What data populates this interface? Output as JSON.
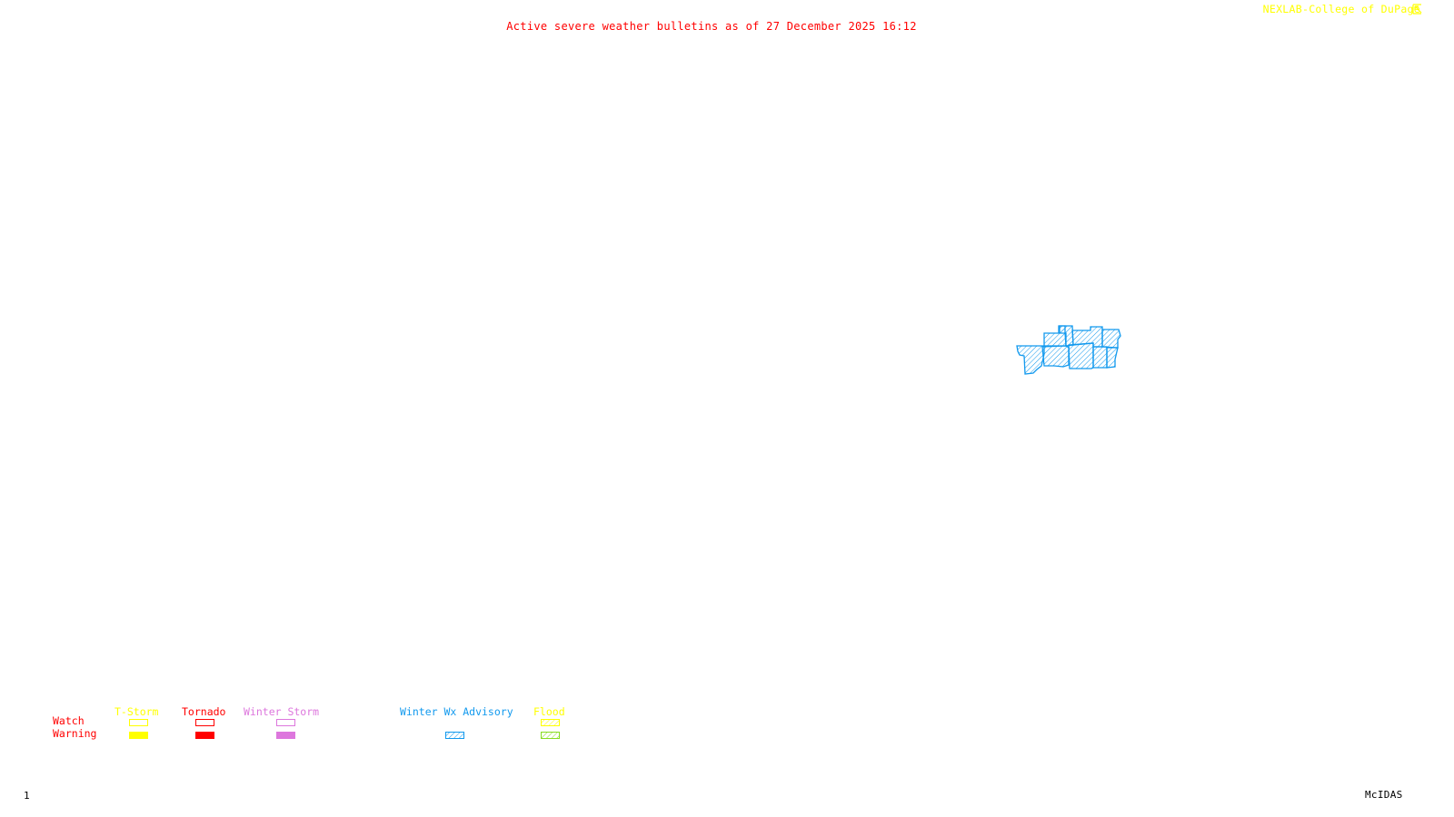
{
  "header": {
    "title": "Active severe weather bulletins as of 27 December 2025 16:12",
    "credit": "NEXLAB-College of DuPage",
    "credit_logo_icon": "cod-logo-icon"
  },
  "colors": {
    "title": "#ff0000",
    "credit": "#ffff00",
    "tstorm": "#ffff00",
    "tornado": "#ff0000",
    "winter_storm": "#dd77dd",
    "winter_wx_advisory": "#1199ee",
    "flood_watch": "#ffff00",
    "flood_warning": "#88dd22",
    "footer": "#000000"
  },
  "map": {
    "active_bulletins": [
      {
        "type": "Winter Wx Advisory",
        "region": "county cluster",
        "count": 9
      }
    ]
  },
  "legend": {
    "row_labels": {
      "watch": "Watch",
      "warning": "Warning"
    },
    "categories": [
      {
        "label": "T-Storm",
        "watch": "outline",
        "warning": "filled"
      },
      {
        "label": "Tornado",
        "watch": "outline",
        "warning": "filled"
      },
      {
        "label": "Winter Storm",
        "watch": "outline",
        "warning": "filled"
      },
      {
        "label": "Winter Wx Advisory",
        "watch": "none",
        "warning": "hatched"
      },
      {
        "label": "Flood",
        "watch": "hatched",
        "warning": "hatched"
      }
    ]
  },
  "footer": {
    "frame_number": "1",
    "software": "McIDAS"
  }
}
